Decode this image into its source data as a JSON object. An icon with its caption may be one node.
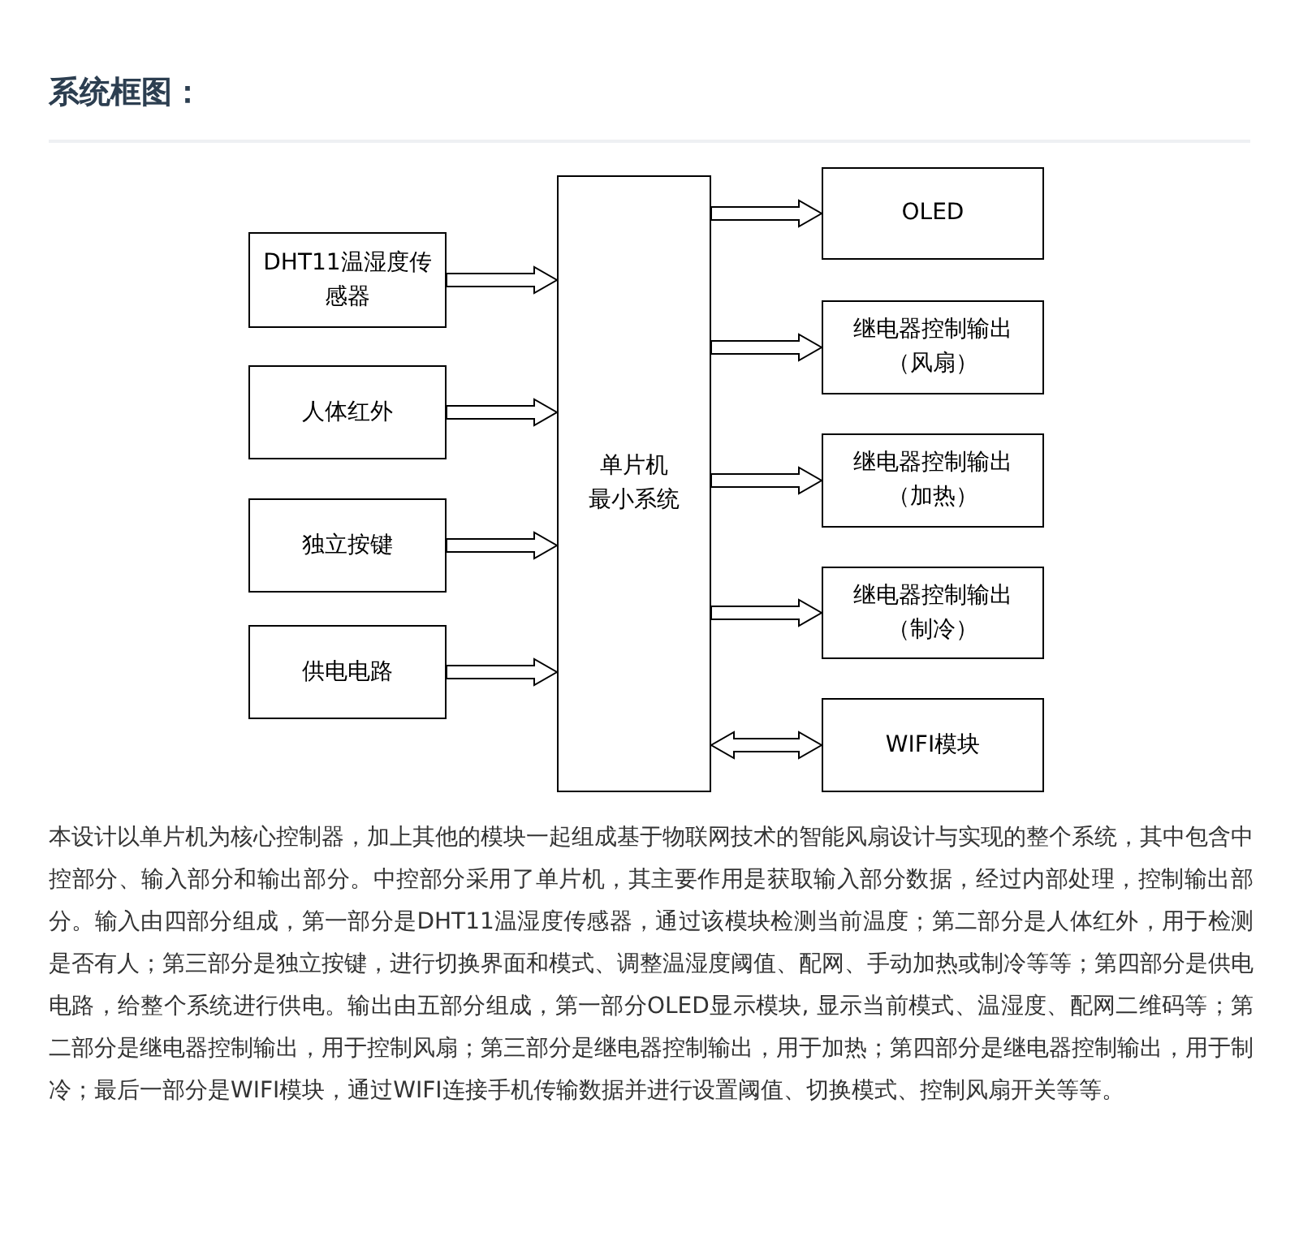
{
  "diagram": {
    "title": "系统框图：",
    "nodes": [
      {
        "text": [
          "DHT11温湿度传感器"
        ]
      },
      {
        "text": [
          "人体红外"
        ]
      },
      {
        "text": [
          "独立按键"
        ]
      },
      {
        "text": [
          "供电电路"
        ]
      },
      {
        "text": [
          "单片机",
          "最小系统"
        ]
      },
      {
        "text": [
          "OLED"
        ]
      },
      {
        "text": [
          "继电器控制输出（风扇）"
        ]
      },
      {
        "text": [
          "继电器控制输出（加热）"
        ]
      },
      {
        "text": [
          "继电器控制输出（制冷）"
        ]
      },
      {
        "text": [
          "WIFI模块"
        ]
      }
    ],
    "edges": [
      {
        "from": 0,
        "to": 4,
        "arrow": "to"
      },
      {
        "from": 1,
        "to": 4,
        "arrow": "to"
      },
      {
        "from": 2,
        "to": 4,
        "arrow": "to"
      },
      {
        "from": 3,
        "to": 4,
        "arrow": "to"
      },
      {
        "from": 4,
        "to": 5,
        "arrow": "to"
      },
      {
        "from": 4,
        "to": 6,
        "arrow": "to"
      },
      {
        "from": 4,
        "to": 7,
        "arrow": "to"
      },
      {
        "from": 4,
        "to": 8,
        "arrow": "to"
      },
      {
        "from": 4,
        "to": 9,
        "arrow": "both"
      }
    ],
    "caption": "本设计以单片机为核心控制器，加上其他的模块一起组成基于物联网技术的智能风扇设计与实现的整个系统，其中包含中控部分、输入部分和输出部分。中控部分采用了单片机，其主要作用是获取输入部分数据，经过内部处理，控制输出部分。输入由四部分组成，第一部分是DHT11温湿度传感器，通过该模块检测当前温度；第二部分是人体红外，用于检测是否有人；第三部分是独立按键，进行切换界面和模式、调整温湿度阈值、配网、手动加热或制冷等等；第四部分是供电电路，给整个系统进行供电。输出由五部分组成，第一部分OLED显示模块, 显示当前模式、温湿度、配网二维码等；第二部分是继电器控制输出，用于控制风扇；第三部分是继电器控制输出，用于加热；第四部分是继电器控制输出，用于制冷；最后一部分是WIFI模块，通过WIFI连接手机传输数据并进行设置阈值、切换模式、控制风扇开关等等。"
  }
}
